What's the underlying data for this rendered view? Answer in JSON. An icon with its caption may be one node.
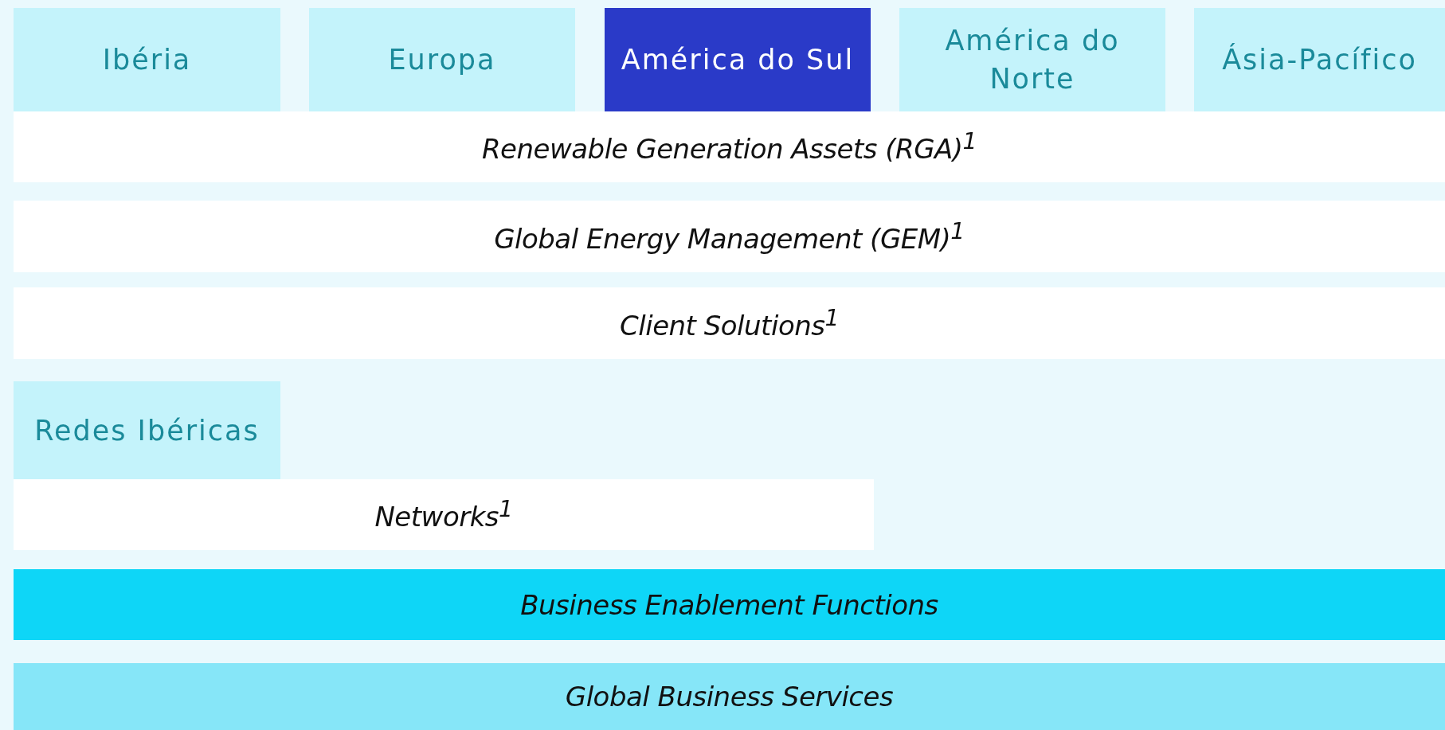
{
  "diagram": {
    "nodes": [
      {
        "text": [
          "Ibéria"
        ]
      },
      {
        "text": [
          "Europa"
        ]
      },
      {
        "text": [
          "América do Sul"
        ]
      },
      {
        "text": [
          "América do Norte"
        ]
      },
      {
        "text": [
          "Ásia-Pacífico"
        ]
      },
      {
        "text": [
          "Renewable Generation Assets (RGA)$^{1}$"
        ]
      },
      {
        "text": [
          "Global Energy Management (GEM)$^{1}$"
        ]
      },
      {
        "text": [
          "Client Solutions$^{1}$"
        ]
      },
      {
        "text": [
          "Redes Ibéricas"
        ]
      },
      {
        "text": [
          "Networks$^{1}$"
        ]
      },
      {
        "text": [
          "Business Enablement Functions"
        ]
      },
      {
        "text": [
          "Global Business Services"
        ]
      }
    ],
    "edges": []
  }
}
